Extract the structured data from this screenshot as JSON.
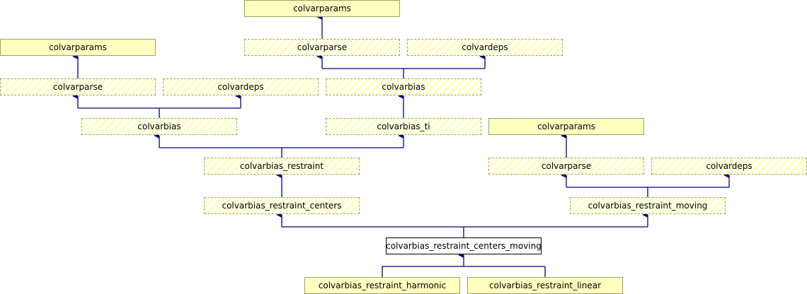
{
  "nodes": {
    "n1": "colvarparams",
    "n2": "colvarparse",
    "n3": "colvardeps",
    "n4": "colvarparams",
    "n5": "colvarparse",
    "n6": "colvardeps",
    "n7": "colvarbias",
    "n8": "colvarbias",
    "n9": "colvarbias_ti",
    "n10": "colvarparams",
    "n11": "colvarbias_restraint",
    "n12": "colvarparse",
    "n13": "colvardeps",
    "n14": "colvarbias_restraint_centers",
    "n15": "colvarbias_restraint_moving",
    "n16": "colvarbias_restraint_centers_moving",
    "n17": "colvarbias_restraint_harmonic",
    "n18": "colvarbias_restraint_linear"
  },
  "colors": {
    "edge": "#000080",
    "node_fill": "#ffffc0",
    "node_border": "#a0a060"
  }
}
